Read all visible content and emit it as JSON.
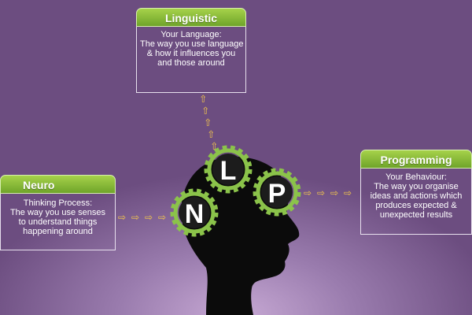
{
  "colors": {
    "accent_green": "#8bc34a",
    "arrow": "#f5c84a",
    "background": "#7b5b8f"
  },
  "gears": [
    {
      "letter": "N",
      "icon": "gear-icon"
    },
    {
      "letter": "L",
      "icon": "gear-icon"
    },
    {
      "letter": "P",
      "icon": "gear-icon"
    }
  ],
  "linguistic": {
    "header": "Linguistic",
    "subtitle": "Your Language:",
    "lines": [
      "The way you use language",
      "& how it influences you",
      "and those around"
    ]
  },
  "neuro": {
    "header": "Neuro",
    "subtitle": "Thinking Process:",
    "lines": [
      "The way you use senses",
      "to understand things",
      "happening around"
    ]
  },
  "programming": {
    "header": "Programming",
    "subtitle": "Your Behaviour:",
    "lines": [
      "The way you organise",
      "ideas and actions which",
      "produces expected &",
      "unexpected results"
    ]
  }
}
